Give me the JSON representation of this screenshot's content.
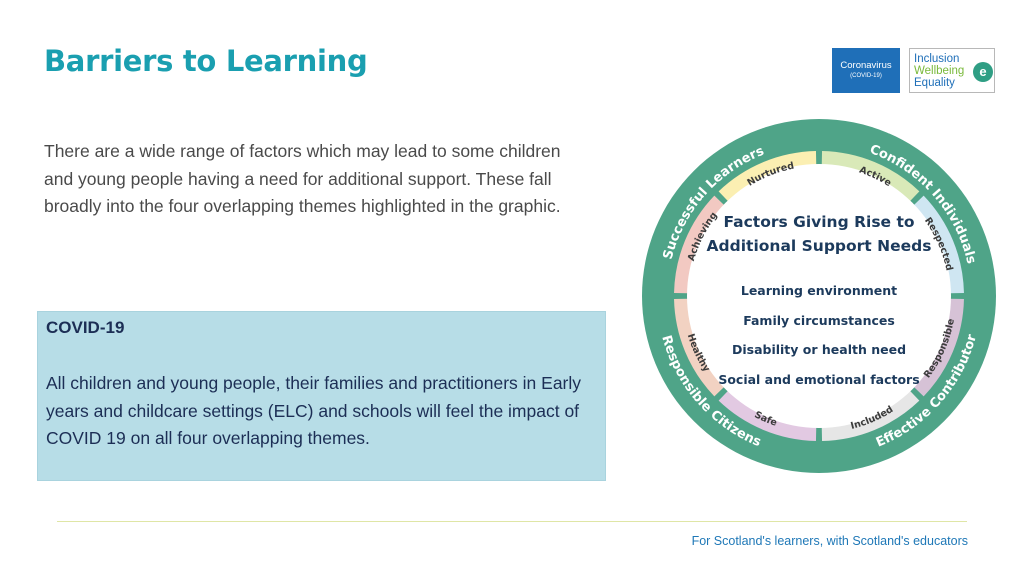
{
  "header": {
    "title": "Barriers to Learning",
    "logo_covid": {
      "line1": "Coronavirus",
      "line2": "(COVID-19)"
    },
    "logo_iwe": {
      "word1": "Inclusion",
      "word2": "Wellbeing",
      "word3": "Equality",
      "badge": "e"
    }
  },
  "intro": {
    "text": "There are a wide range of factors which may lead to some children and young people having a need for additional support. These fall broadly into the four overlapping themes highlighted in the graphic."
  },
  "covid_box": {
    "heading": "COVID-19",
    "body": "All children and young people, their families and practitioners in Early years and childcare settings (ELC) and schools will feel the impact of  COVID 19 on all four overlapping themes."
  },
  "wheel": {
    "title_line1": "Factors Giving Rise to",
    "title_line2": "Additional Support Needs",
    "factors": [
      "Learning environment",
      "Family circumstances",
      "Disability or health need",
      "Social and emotional factors"
    ],
    "capacities": [
      "Successful Learners",
      "Confident Individuals",
      "Effective Contributor",
      "Responsible Citizens"
    ],
    "indicators": [
      "Nurtured",
      "Active",
      "Respected",
      "Responsible",
      "Included",
      "Safe",
      "Healthy",
      "Achieving"
    ],
    "colors": {
      "outer_ring": "#4fa488",
      "heading": "#1c3a5c",
      "segments": [
        "#d9e9b8",
        "#cfe6f2",
        "#d6c2d6",
        "#e6e6e6",
        "#e2c9e2",
        "#f2d2c2",
        "#f2c9c2",
        "#fbefb2"
      ]
    }
  },
  "footer": {
    "text": "For Scotland's learners, with Scotland's educators"
  }
}
